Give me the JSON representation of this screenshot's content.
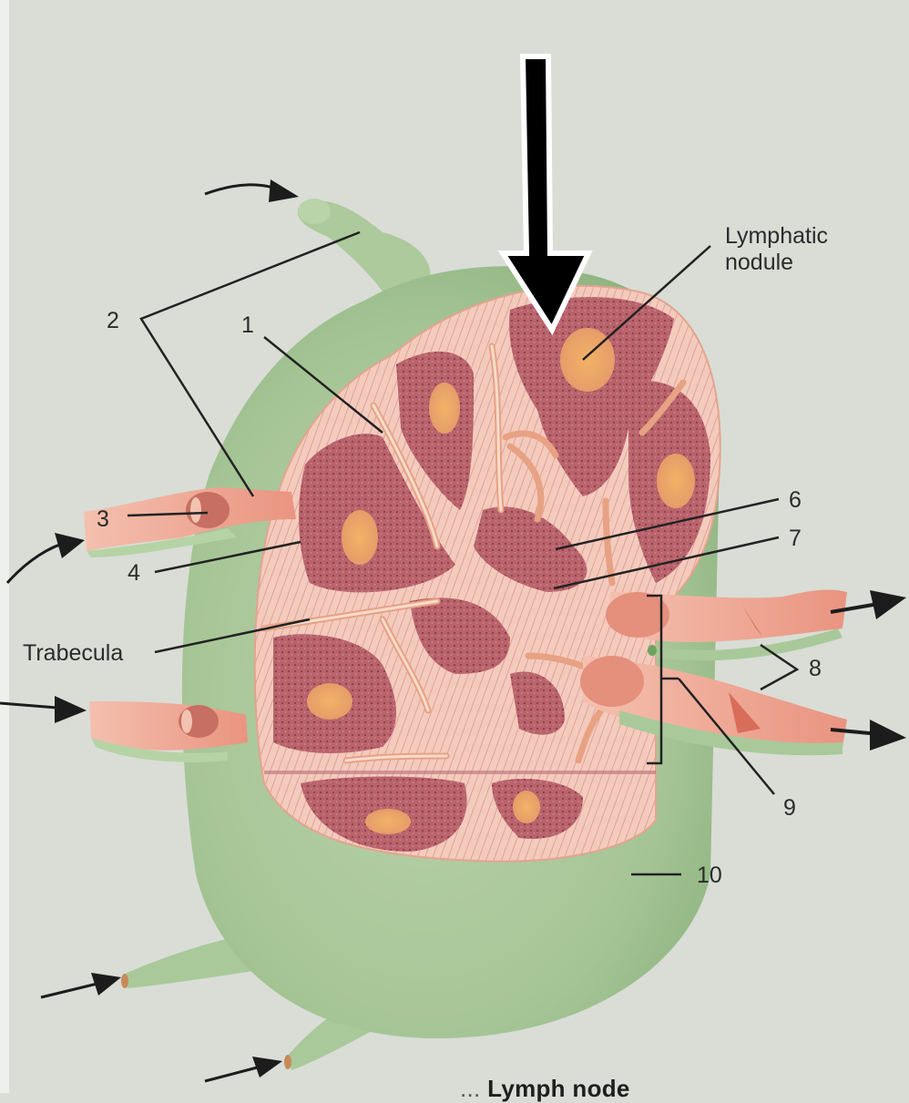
{
  "figure": {
    "subject": "Lymph node (sectional view)",
    "colors": {
      "paper": "#d9ddd6",
      "capsule_green": "#a9c79a",
      "capsule_green_dark": "#8fb482",
      "cortex_pink": "#f2c3b4",
      "medulla_dark": "#b8606a",
      "germinal_center": "#eda560",
      "vessel_pink": "#efa894",
      "leader_line": "#222222",
      "highlight_arrow": "#000000"
    },
    "labels": {
      "lymphatic_nodule": "Lymphatic\nnodule",
      "lymphatic_nodule_line1": "Lymphatic",
      "lymphatic_nodule_line2": "nodule",
      "trabecula": "Trabecula",
      "n1": "1",
      "n2": "2",
      "n3": "3",
      "n4": "4",
      "n6": "6",
      "n7": "7",
      "n8": "8",
      "n9": "9",
      "n10": "10"
    },
    "caption": {
      "partial_text": "Lymph node",
      "faint_prefix": "... "
    },
    "highlight_arrow": {
      "direction": "down",
      "points_to": "lymphatic nodule region at top of node"
    },
    "flow_arrows": [
      {
        "position": "top-left afferent vessel",
        "direction": "right"
      },
      {
        "position": "left afferent vessel (3)",
        "direction": "up-right"
      },
      {
        "position": "left lower afferent vessel",
        "direction": "right"
      },
      {
        "position": "right upper efferent vessel",
        "direction": "right"
      },
      {
        "position": "right lower efferent vessel",
        "direction": "right"
      },
      {
        "position": "bottom-left afferent vessel",
        "direction": "up-right"
      },
      {
        "position": "bottom afferent vessel",
        "direction": "right"
      }
    ]
  }
}
